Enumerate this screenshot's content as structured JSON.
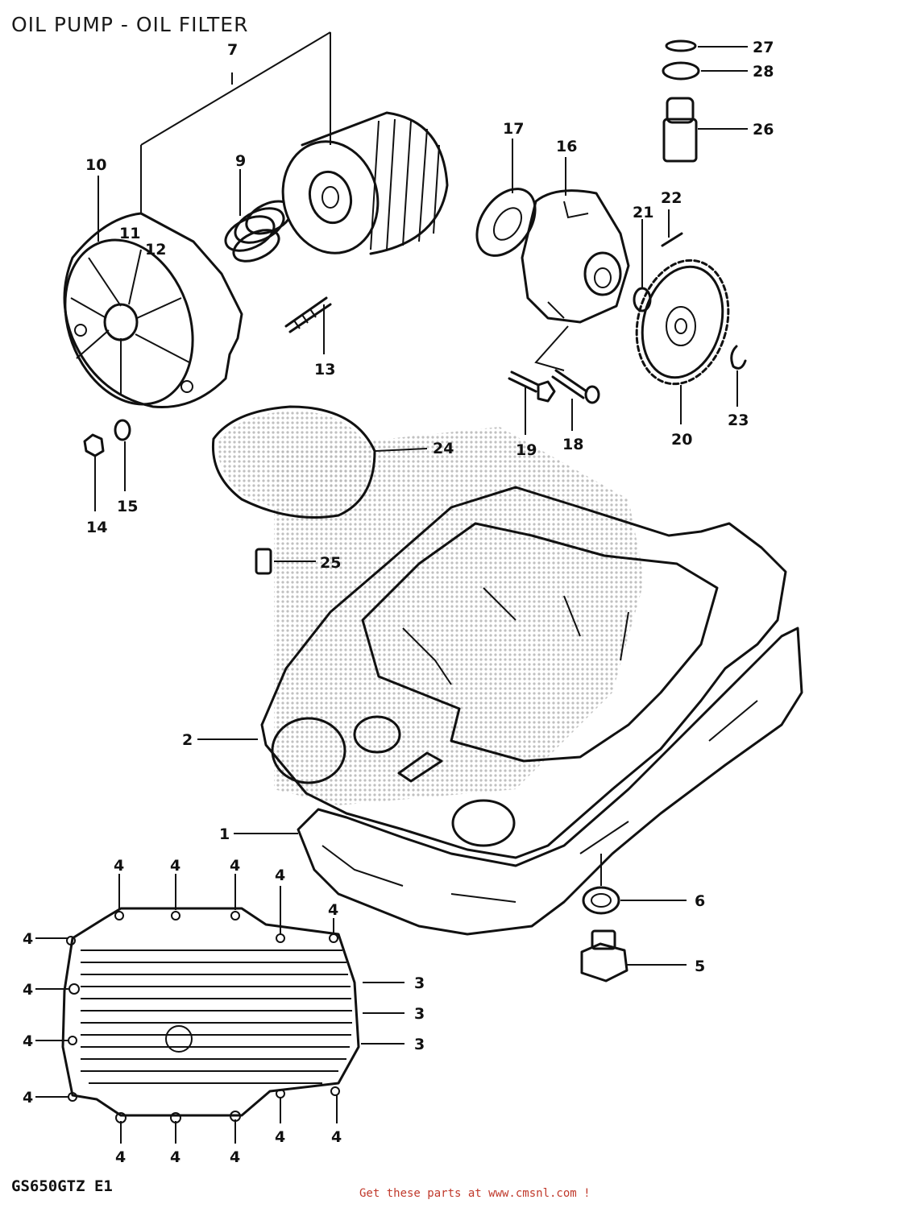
{
  "title": "OIL PUMP - OIL FILTER",
  "model_code": "GS650GTZ E1",
  "footer_text": "Get these parts at www.cmsnl.com !",
  "colors": {
    "line": "#111111",
    "footer": "#c0392b",
    "watermark_dots": "#b9b9b9"
  },
  "callouts": {
    "c1": "1",
    "c2": "2",
    "c3a": "3",
    "c3b": "3",
    "c3c": "3",
    "c4a": "4",
    "c4b": "4",
    "c4c": "4",
    "c4d": "4",
    "c4e": "4",
    "c4f": "4",
    "c4g": "4",
    "c4h": "4",
    "c4i": "4",
    "c4j": "4",
    "c4k": "4",
    "c4l": "4",
    "c4m": "4",
    "c4n": "4",
    "c4o": "4",
    "c5": "5",
    "c6": "6",
    "c7": "7",
    "c9": "9",
    "c10": "10",
    "c11": "11",
    "c12": "12",
    "c13": "13",
    "c14": "14",
    "c15": "15",
    "c16": "16",
    "c17": "17",
    "c18": "18",
    "c19": "19",
    "c20": "20",
    "c21": "21",
    "c22": "22",
    "c23": "23",
    "c24": "24",
    "c25": "25",
    "c26": "26",
    "c27": "27",
    "c28": "28"
  }
}
